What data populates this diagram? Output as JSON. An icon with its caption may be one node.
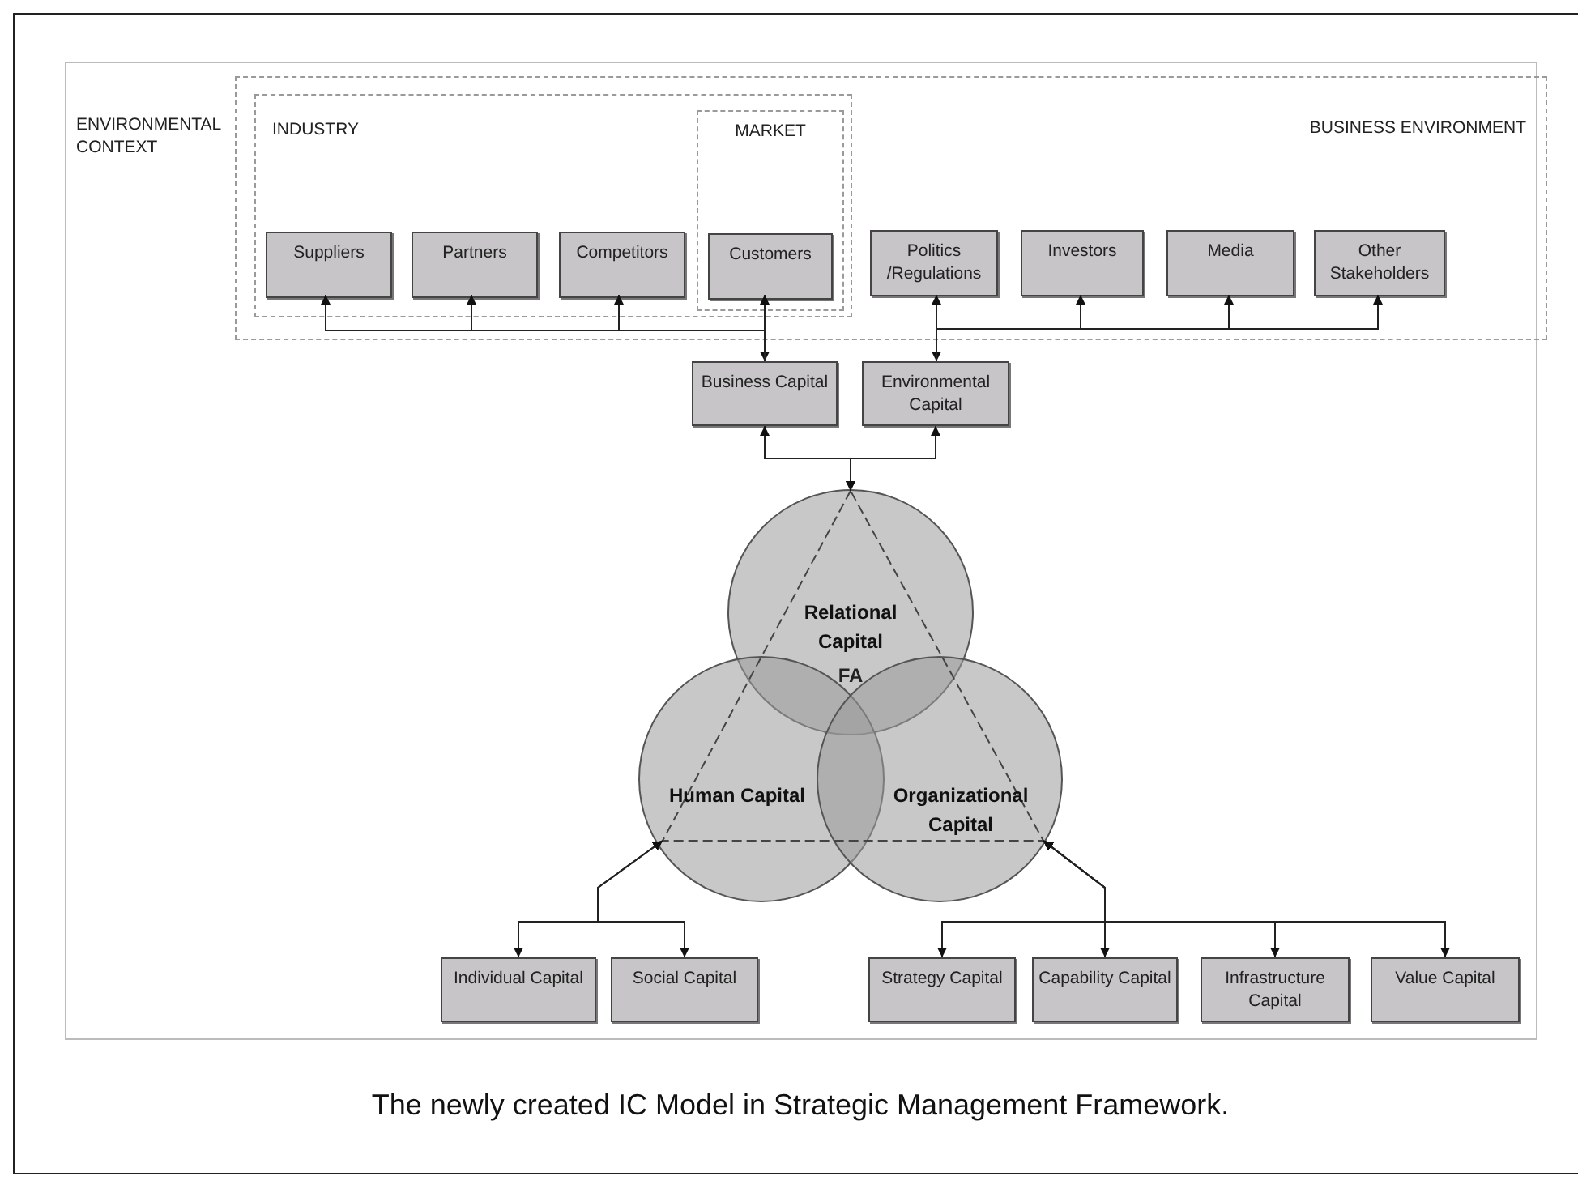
{
  "diagram": {
    "caption": "The newly created IC Model in Strategic Management Framework.",
    "nodes": [
      {
        "text": [
          "BUSINESS ENVIRONMENT"
        ]
      },
      {
        "text": [
          "INDUSTRY"
        ],
        "in": 0
      },
      {
        "text": [
          "MARKET"
        ],
        "in": 1
      },
      {
        "text": [
          "Suppliers"
        ],
        "in": 1
      },
      {
        "text": [
          "Partners"
        ],
        "in": 1
      },
      {
        "text": [
          "Competitors"
        ],
        "in": 1
      },
      {
        "text": [
          "Customers"
        ],
        "in": 2
      },
      {
        "text": [
          "Politics /Regulations"
        ],
        "in": 0
      },
      {
        "text": [
          "Investors"
        ],
        "in": 0
      },
      {
        "text": [
          "Media"
        ],
        "in": 0
      },
      {
        "text": [
          "Other Stakeholders"
        ],
        "in": 0
      },
      {
        "text": [
          "Business Capital"
        ]
      },
      {
        "text": [
          "Environmental Capital"
        ]
      },
      {
        "text": [
          "Relational Capital"
        ]
      },
      {
        "text": [
          "Human Capital"
        ]
      },
      {
        "text": [
          "Organizational Capital"
        ]
      },
      {
        "text": [
          "Individual Capital"
        ]
      },
      {
        "text": [
          "Social Capital"
        ]
      },
      {
        "text": [
          "Strategy Capital"
        ]
      },
      {
        "text": [
          "Capability Capital"
        ]
      },
      {
        "text": [
          "Infrastructure Capital"
        ]
      },
      {
        "text": [
          "Value Capital"
        ]
      }
    ],
    "edges": [
      {
        "from": 11,
        "to": 6,
        "arrow": "both"
      },
      {
        "from": 11,
        "to": 3,
        "arrow": "to"
      },
      {
        "from": 11,
        "to": 4,
        "arrow": "to"
      },
      {
        "from": 11,
        "to": 5,
        "arrow": "to"
      },
      {
        "from": 12,
        "to": 7,
        "arrow": "both"
      },
      {
        "from": 12,
        "to": 8,
        "arrow": "to"
      },
      {
        "from": 12,
        "to": 9,
        "arrow": "to"
      },
      {
        "from": 12,
        "to": 10,
        "arrow": "to"
      },
      {
        "from": 11,
        "to": 13,
        "arrow": "both"
      },
      {
        "from": 12,
        "to": 13,
        "arrow": "both"
      },
      {
        "from": 16,
        "to": 14,
        "arrow": "both"
      },
      {
        "from": 17,
        "to": 14,
        "arrow": "both"
      },
      {
        "from": 18,
        "to": 15,
        "arrow": "both"
      },
      {
        "from": 19,
        "to": 15,
        "arrow": "both"
      },
      {
        "from": 20,
        "to": 15,
        "arrow": "both"
      },
      {
        "from": 21,
        "to": 15,
        "arrow": "both"
      }
    ],
    "labels": [
      "ENVIRONMENTAL CONTEXT",
      "FA"
    ]
  }
}
